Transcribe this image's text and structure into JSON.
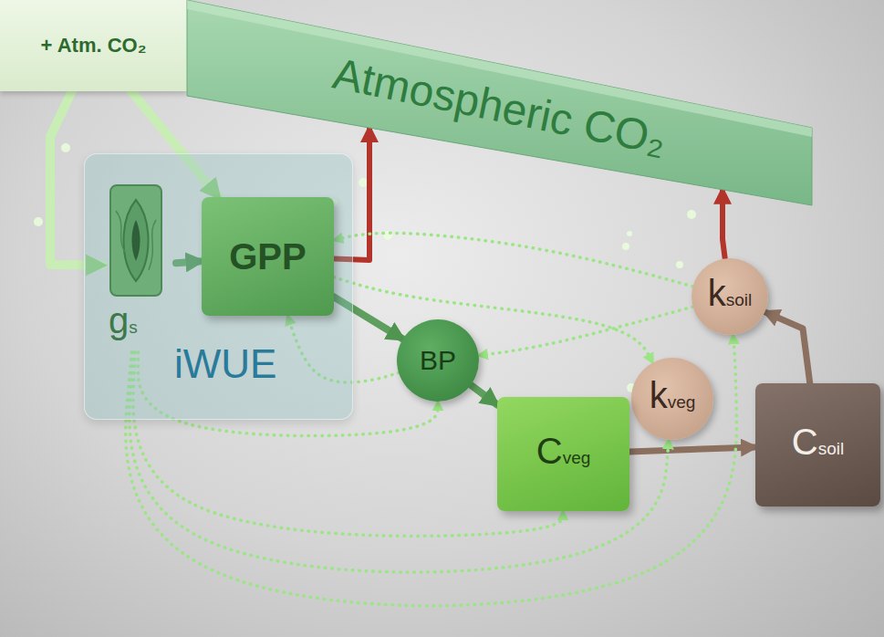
{
  "diagram": {
    "nodes": [
      {
        "text": [
          "+ Atm. CO₂"
        ]
      },
      {
        "text": [
          "Atmospheric CO₂"
        ]
      },
      {
        "text": [
          "iWUE"
        ]
      },
      {
        "text": [
          "gs"
        ],
        "in": 2
      },
      {
        "text": [
          "GPP"
        ],
        "in": 2
      },
      {
        "text": [
          "BP"
        ]
      },
      {
        "text": [
          "ksoil"
        ]
      },
      {
        "text": [
          "kveg"
        ]
      },
      {
        "text": [
          "Cveg"
        ]
      },
      {
        "text": [
          "Csoil"
        ]
      }
    ],
    "edges": [
      {
        "from": 0,
        "to": 3,
        "arrow": "to"
      },
      {
        "from": 0,
        "to": 4,
        "arrow": "to"
      },
      {
        "from": 3,
        "to": 4,
        "arrow": "to"
      },
      {
        "from": 4,
        "to": 1,
        "arrow": "to"
      },
      {
        "from": 4,
        "to": 5,
        "arrow": "to"
      },
      {
        "from": 5,
        "to": 8,
        "arrow": "to"
      },
      {
        "from": 8,
        "to": 9,
        "arrow": "to"
      },
      {
        "from": 9,
        "to": 6,
        "arrow": "to"
      },
      {
        "from": 6,
        "to": 1,
        "arrow": "to"
      },
      {
        "from": 3,
        "to": 5,
        "arrow": "to"
      },
      {
        "from": 3,
        "to": 8,
        "arrow": "to"
      },
      {
        "from": 3,
        "to": 7,
        "arrow": "to"
      },
      {
        "from": 3,
        "to": 6,
        "arrow": "to"
      },
      {
        "from": 6,
        "to": 4,
        "arrow": "to"
      },
      {
        "from": 4,
        "to": 7,
        "arrow": "to"
      },
      {
        "from": 6,
        "to": 5,
        "arrow": "to"
      },
      {
        "from": 5,
        "to": 4,
        "arrow": "to"
      }
    ]
  }
}
